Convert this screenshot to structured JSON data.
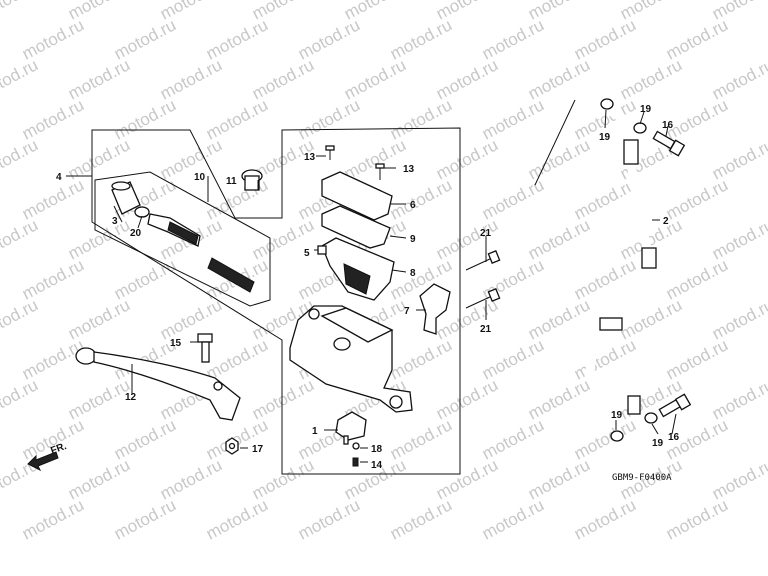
{
  "watermark": "motod.ru",
  "diagram_code": "GBM9-F0400A",
  "direction_label": "FR.",
  "callouts": [
    "1",
    "2",
    "3",
    "4",
    "5",
    "6",
    "7",
    "8",
    "9",
    "10",
    "11",
    "12",
    "13",
    "13",
    "14",
    "15",
    "16",
    "16",
    "17",
    "18",
    "19",
    "19",
    "19",
    "19",
    "20",
    "21",
    "21"
  ]
}
